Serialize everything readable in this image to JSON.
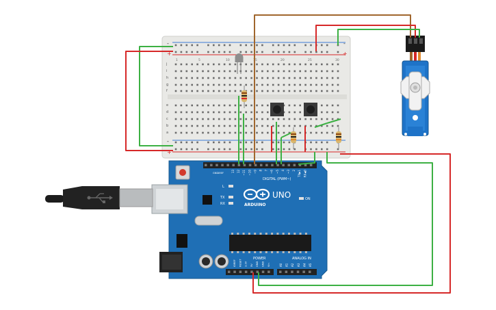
{
  "board": {
    "logo": "ARDUINO",
    "model": "UNO",
    "on_label": "ON",
    "digital_label": "DIGITAL (PWM~)",
    "power_label": "POWER",
    "analog_label": "ANALOG IN",
    "aref_label": "AREF",
    "gnd_label": "GND",
    "led_l": "L",
    "led_tx": "TX",
    "led_rx": "RX",
    "digital_pins": [
      "13",
      "12",
      "~11",
      "~10",
      "~9",
      "8",
      "7",
      "~6",
      "~5",
      "4",
      "~3",
      "2",
      "TX▶1",
      "RX◀0"
    ],
    "power_pins": [
      "IOREF",
      "RESET",
      "3.3V",
      "5V",
      "GND",
      "GND",
      "Vin"
    ],
    "analog_pins": [
      "A0",
      "A1",
      "A2",
      "A3",
      "A4",
      "A5"
    ]
  },
  "breadboard": {
    "rail_plus": "+",
    "rail_minus": "-",
    "row_letters_top": [
      "j",
      "i",
      "h",
      "g",
      "f"
    ],
    "row_letters_bottom": [
      "e",
      "d",
      "c",
      "b",
      "a"
    ],
    "column_numbers": [
      "1",
      "5",
      "10",
      "15",
      "20",
      "25",
      "30"
    ]
  },
  "colors": {
    "wire_red": "#d62828",
    "wire_green": "#3cb043",
    "wire_brown": "#a0662d",
    "board_blue": "#1f6fb5",
    "servo_blue": "#1e73c8"
  }
}
